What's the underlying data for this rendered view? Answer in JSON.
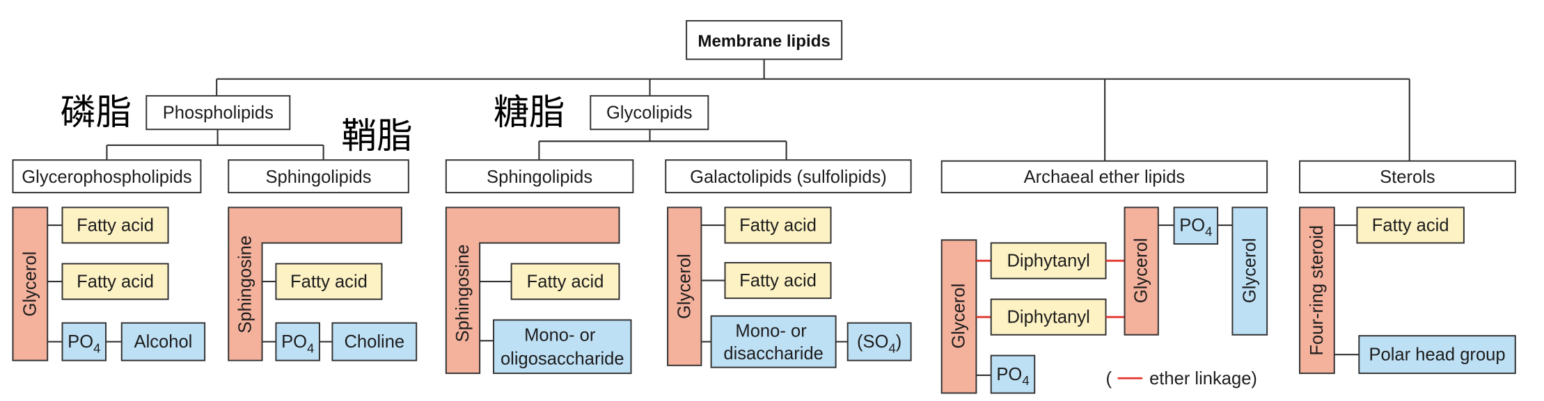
{
  "root": {
    "label": "Membrane lipids"
  },
  "annotations": {
    "phospholipids_zh": "磷脂",
    "sphingolipids_zh": "鞘脂",
    "glycolipids_zh": "糖脂"
  },
  "classes": {
    "phospholipids": "Phospholipids",
    "glycolipids": "Glycolipids",
    "archaeal_ether_lipids": "Archaeal ether lipids",
    "sterols": "Sterols"
  },
  "subclasses": {
    "glycerophospholipids": "Glycerophospholipids",
    "phospho_sphingolipids": "Sphingolipids",
    "glyco_sphingolipids": "Sphingolipids",
    "galactolipids": "Galactolipids (sulfolipids)"
  },
  "structures": {
    "glycerophospholipid": {
      "backbone": "Glycerol",
      "chain_1": "Fatty acid",
      "chain_2": "Fatty acid",
      "phosphate": {
        "base": "PO",
        "sub": "4"
      },
      "head": "Alcohol"
    },
    "phospho_sphingolipid": {
      "backbone": "Sphingosine",
      "chain": "Fatty acid",
      "phosphate": {
        "base": "PO",
        "sub": "4"
      },
      "head": "Choline"
    },
    "glyco_sphingolipid": {
      "backbone": "Sphingosine",
      "chain": "Fatty acid",
      "head": [
        "Mono- or",
        "oligosaccharide"
      ]
    },
    "galactolipid": {
      "backbone": "Glycerol",
      "chain_1": "Fatty acid",
      "chain_2": "Fatty acid",
      "head": [
        "Mono- or",
        "disaccharide"
      ],
      "sulfate": {
        "open": "(SO",
        "sub": "4",
        "close": ")"
      }
    },
    "archaeal_lipid": {
      "backbone_left": "Glycerol",
      "chain_1": "Diphytanyl",
      "chain_2": "Diphytanyl",
      "backbone_right": "Glycerol",
      "phosphate_top": {
        "base": "PO",
        "sub": "4"
      },
      "head": "Glycerol",
      "phosphate_bottom": {
        "base": "PO",
        "sub": "4"
      }
    },
    "sterol": {
      "backbone": "Four-ring steroid",
      "chain": "Fatty acid",
      "head": "Polar head group"
    }
  },
  "legend": {
    "open": "(",
    "label": "ether linkage)"
  },
  "colors": {
    "backbone": "#f4b19c",
    "hydrophobic_chain": "#fdf2c4",
    "polar_head": "#bee0f5",
    "outline": "#333333",
    "ether_linkage": "#e2352c"
  }
}
